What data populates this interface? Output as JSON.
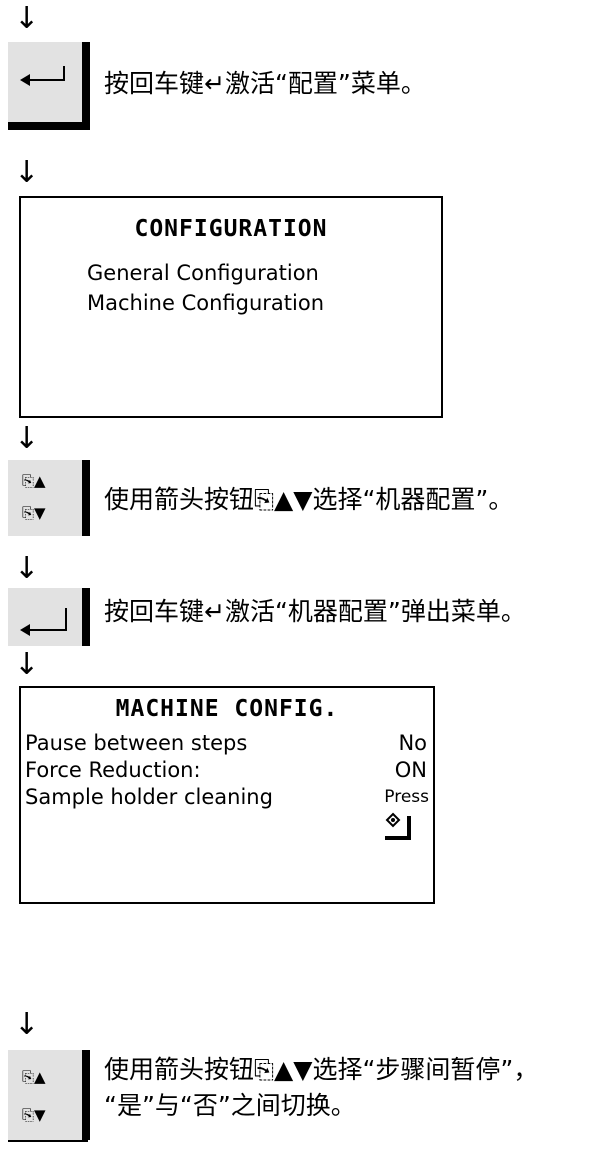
{
  "arrows": [
    "↓",
    "↓",
    "↓",
    "↓",
    "↓",
    "↓"
  ],
  "steps": [
    {
      "text": "按回车键↵激活“配置”菜单。"
    },
    {
      "text": "使用箭头按钮⎘▲▼选择“机器配置”。"
    },
    {
      "text": "按回车键↵激活“机器配置”弹出菜单。"
    },
    {
      "text_line1": "使用箭头按钮⎘▲▼选择“步骤间暂停”，",
      "text_line2": "“是”与“否”之间切换。"
    }
  ],
  "keys": {
    "up_down_up": "⎘▲",
    "up_down_down": "⎘▼"
  },
  "config_screen": {
    "title": "CONFIGURATION",
    "items": [
      "General Configuration",
      "Machine Configuration"
    ]
  },
  "machine_screen": {
    "title": "MACHINE CONFIG.",
    "rows": [
      {
        "label": "Pause between steps",
        "value": "No"
      },
      {
        "label": "Force Reduction:",
        "value": "ON"
      },
      {
        "label": "Sample holder cleaning",
        "value": "Press"
      }
    ]
  }
}
